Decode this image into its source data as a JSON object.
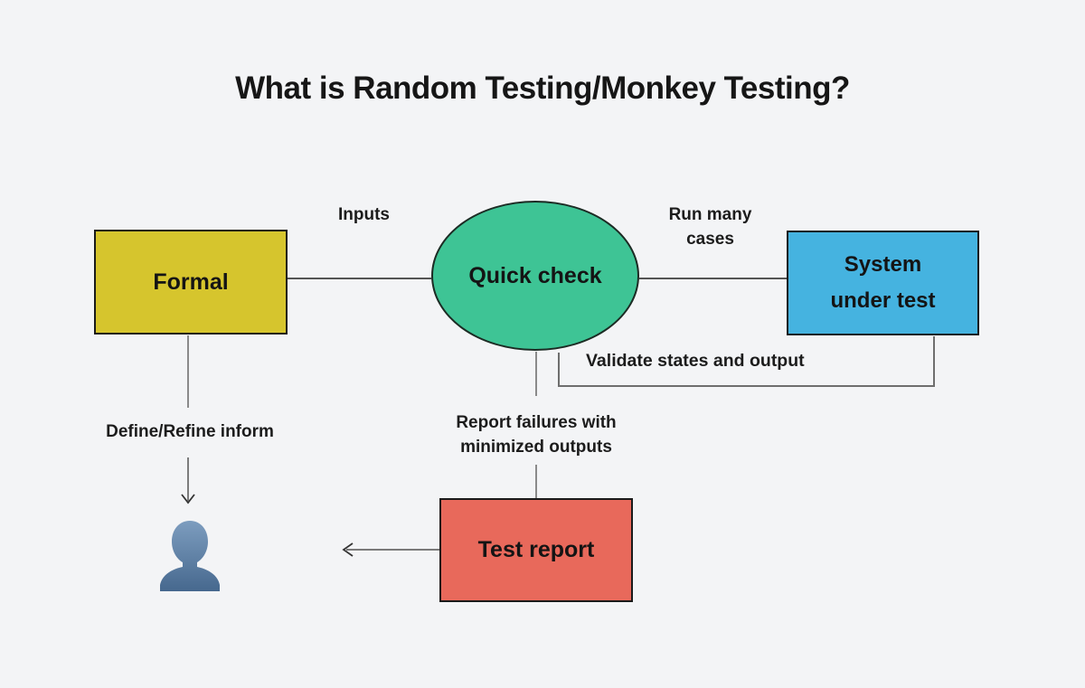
{
  "title": "What is Random Testing/Monkey Testing?",
  "colors": {
    "background": "#f3f4f6",
    "formal_yellow": "#d6c52d",
    "quick_check_green": "#3ec495",
    "system_blue": "#45b3e0",
    "report_red": "#e8695b",
    "connector_dark": "#1f1f1f",
    "connector_gray": "#8a8a8a",
    "person_blue": "#54779c"
  },
  "nodes": {
    "formal": {
      "label": "Formal",
      "shape": "rectangle"
    },
    "quick_check": {
      "label": "Quick check",
      "shape": "ellipse"
    },
    "system_under_test": {
      "label": "System\nunder test",
      "shape": "rectangle"
    },
    "test_report": {
      "label": "Test report",
      "shape": "rectangle"
    },
    "user": {
      "icon": "person-icon"
    }
  },
  "edge_labels": {
    "inputs": "Inputs",
    "run_many_cases": "Run many\ncases",
    "validate_states": "Validate states and output",
    "define_refine": "Define/Refine inform",
    "report_failures": "Report failures with\nminimized outputs"
  }
}
